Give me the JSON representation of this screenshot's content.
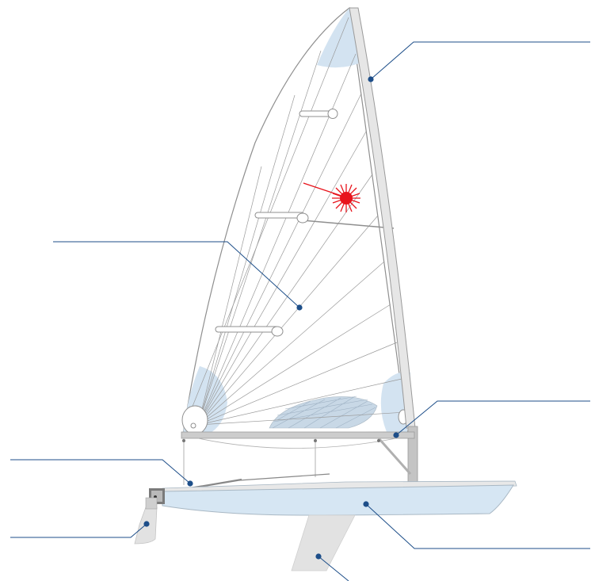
{
  "diagram": {
    "subject": "sailboat-parts",
    "colors": {
      "sail": "#ffffff",
      "sail_outline": "#8f8f8f",
      "panel_lines": "#9a9a9a",
      "reinforcement": "#d3e3f1",
      "mast": "#e6e6e6",
      "mast_outline": "#9a9a9a",
      "boom": "#cccccc",
      "hull": "#d6e6f3",
      "hull_outline": "#a9b8c4",
      "foils": "#e2e2e2",
      "leader_line": "#1d4e89",
      "leader_dot": "#1d4e89",
      "logo": "#e8141c"
    },
    "labels": [
      {
        "part": "mast",
        "text": ""
      },
      {
        "part": "sail",
        "text": ""
      },
      {
        "part": "boom",
        "text": ""
      },
      {
        "part": "tiller",
        "text": ""
      },
      {
        "part": "rudder",
        "text": ""
      },
      {
        "part": "hull",
        "text": ""
      },
      {
        "part": "daggerboard",
        "text": ""
      }
    ]
  }
}
